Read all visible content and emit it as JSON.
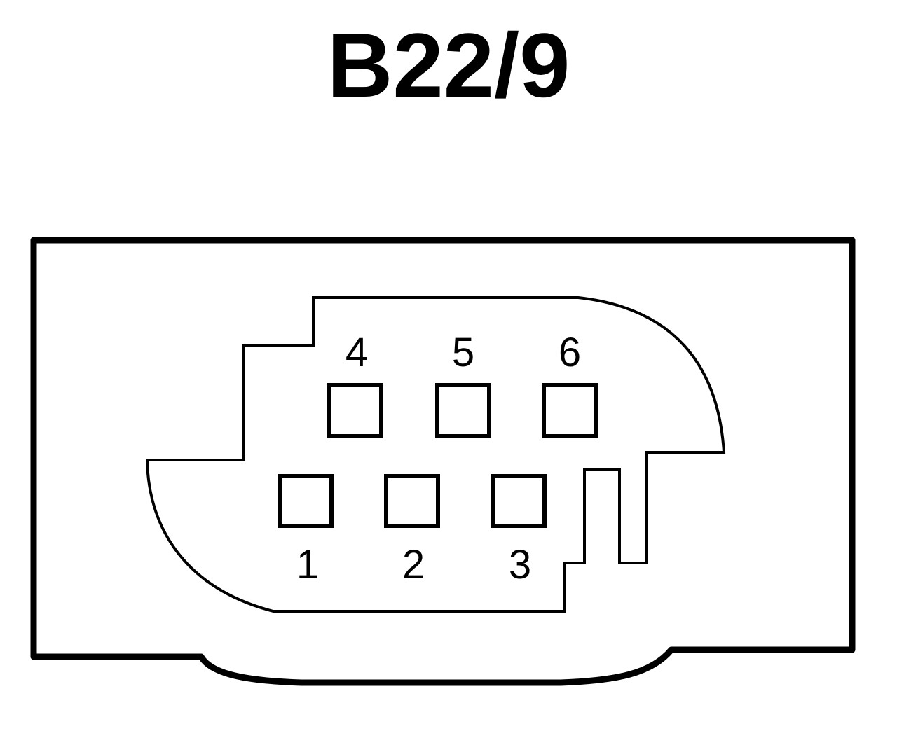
{
  "title": "B22/9",
  "pins": [
    {
      "number": "1",
      "row": "bottom",
      "slot": 1
    },
    {
      "number": "2",
      "row": "bottom",
      "slot": 2
    },
    {
      "number": "3",
      "row": "bottom",
      "slot": 3
    },
    {
      "number": "4",
      "row": "top",
      "slot": 1
    },
    {
      "number": "5",
      "row": "top",
      "slot": 2
    },
    {
      "number": "6",
      "row": "top",
      "slot": 3
    }
  ],
  "colors": {
    "stroke": "#000000",
    "background": "#ffffff"
  }
}
